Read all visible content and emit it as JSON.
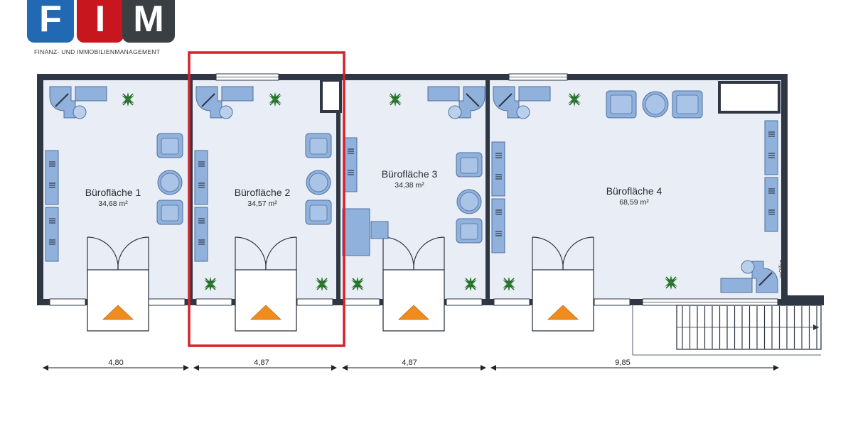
{
  "logo": {
    "letters": [
      "F",
      "I",
      "M"
    ],
    "tagline": "FINANZ- UND IMMOBILIENMANAGEMENT",
    "colors": {
      "blue": "#2169b3",
      "red": "#c8161e",
      "dark": "#3a3f44"
    }
  },
  "rooms": [
    {
      "name": "Bürofläche 1",
      "area": "34,68 m²"
    },
    {
      "name": "Bürofläche 2",
      "area": "34,57 m²"
    },
    {
      "name": "Bürofläche 3",
      "area": "34,38 m²"
    },
    {
      "name": "Bürofläche 4",
      "area": "68,59 m²"
    }
  ],
  "dimensions": [
    "4,80",
    "4,87",
    "4,87",
    "9,85"
  ],
  "watermark": "onOffice",
  "colors": {
    "wall": "#2f3745",
    "floor": "#e9eef6",
    "furniture": "#8fb1dc",
    "highlight": "#d8202a",
    "arrow": "#f08c1e"
  }
}
